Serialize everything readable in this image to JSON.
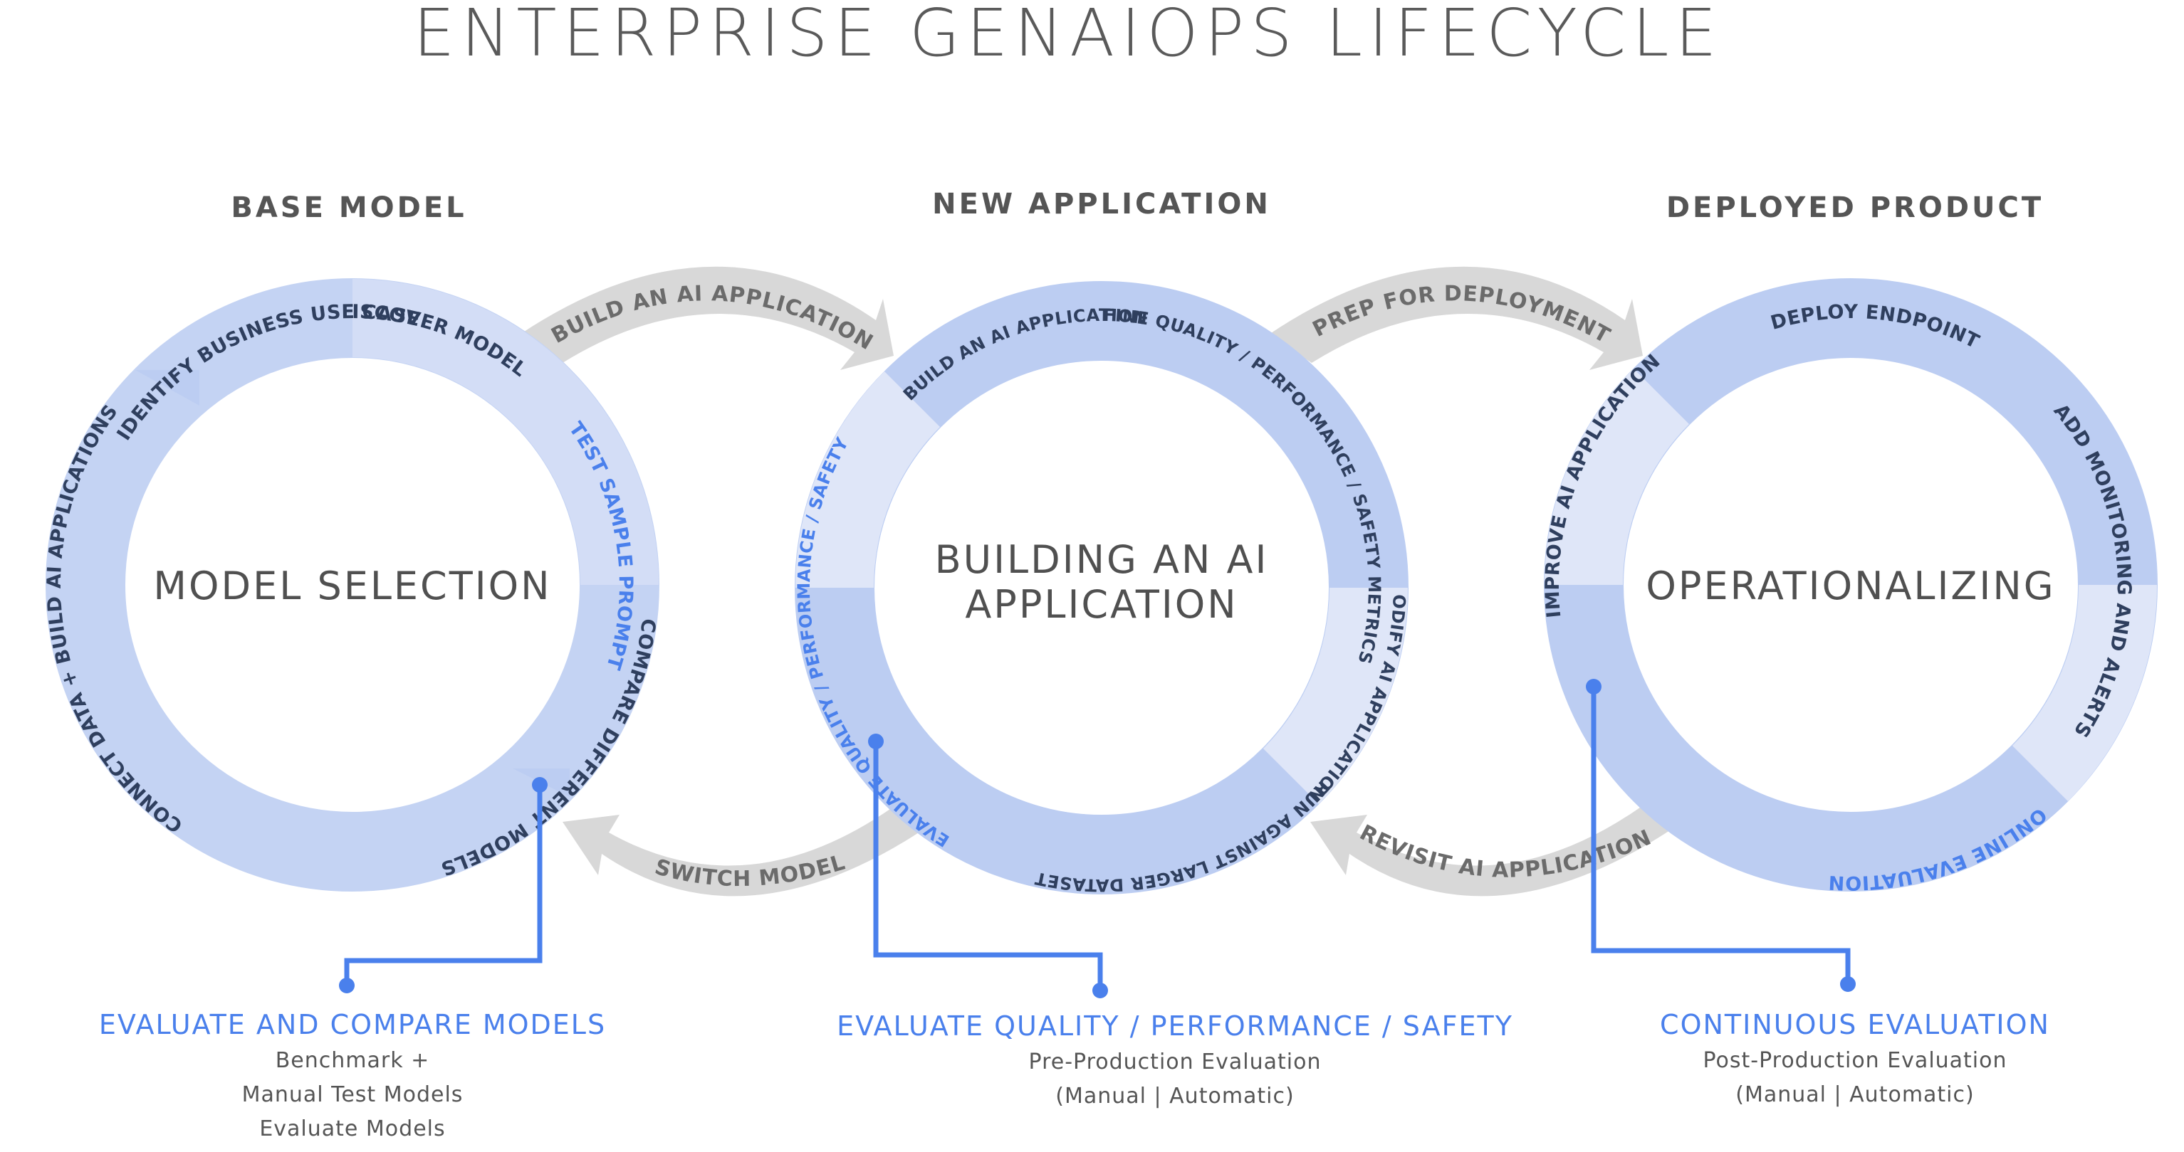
{
  "title": "ENTERPRISE GENAIOPS LIFECYCLE",
  "colors": {
    "ring_dark": "#bccdf2",
    "ring_light": "#dfe6f8",
    "accent": "#4a80ec",
    "ring_text": "#2f3f5e",
    "arrow_fill": "#d8d8d8",
    "arrow_text": "#6b6b6b"
  },
  "stages": [
    {
      "header": "BASE MODEL",
      "center_lines": [
        "MODEL SELECTION"
      ],
      "ring_labels": {
        "top": "IDENTIFY BUSINESS USE CASE",
        "top_right": "DISCOVER MODEL",
        "right": "TEST SAMPLE PROMPT",
        "bottom": "COMPARE DIFFERENT MODELS",
        "bottom_left": "CONNECT DATA + BUILD AI APPLICATIONS"
      },
      "accent_label": "right",
      "evaluation": {
        "title": "EVALUATE AND COMPARE MODELS",
        "lines": [
          "Benchmark +",
          "Manual Test Models",
          "Evaluate Models"
        ]
      }
    },
    {
      "header": "NEW APPLICATION",
      "center_lines": [
        "BUILDING AN AI",
        "APPLICATION"
      ],
      "ring_labels": {
        "top": "BUILD AN AI APPLICATION",
        "right": "DEFINE QUALITY / PERFORMANCE / SAFETY METRICS",
        "bottom_right": "MODIFY AI APPLICATION",
        "bottom": "RUN AGAINST LARGER DATASET",
        "left": "EVALUATE QUALITY / PERFORMANCE / SAFETY"
      },
      "accent_label": "left",
      "evaluation": {
        "title": "EVALUATE QUALITY / PERFORMANCE / SAFETY",
        "lines": [
          "Pre-Production Evaluation",
          "(Manual | Automatic)"
        ]
      }
    },
    {
      "header": "DEPLOYED PRODUCT",
      "center_lines": [
        "OPERATIONALIZING"
      ],
      "ring_labels": {
        "top": "DEPLOY ENDPOINT",
        "right": "ADD MONITORING AND ALERTS",
        "bottom": "ONLINE EVALUATION",
        "left": "IMPROVE AI APPLICATION"
      },
      "accent_label": "bottom",
      "evaluation": {
        "title": "CONTINUOUS EVALUATION",
        "lines": [
          "Post-Production Evaluation",
          "(Manual | Automatic)"
        ]
      }
    }
  ],
  "transitions": {
    "forward_1": "BUILD AN AI APPLICATION",
    "forward_2": "PREP FOR DEPLOYMENT",
    "back_1": "SWITCH MODEL",
    "back_2": "REVISIT AI APPLICATION"
  }
}
